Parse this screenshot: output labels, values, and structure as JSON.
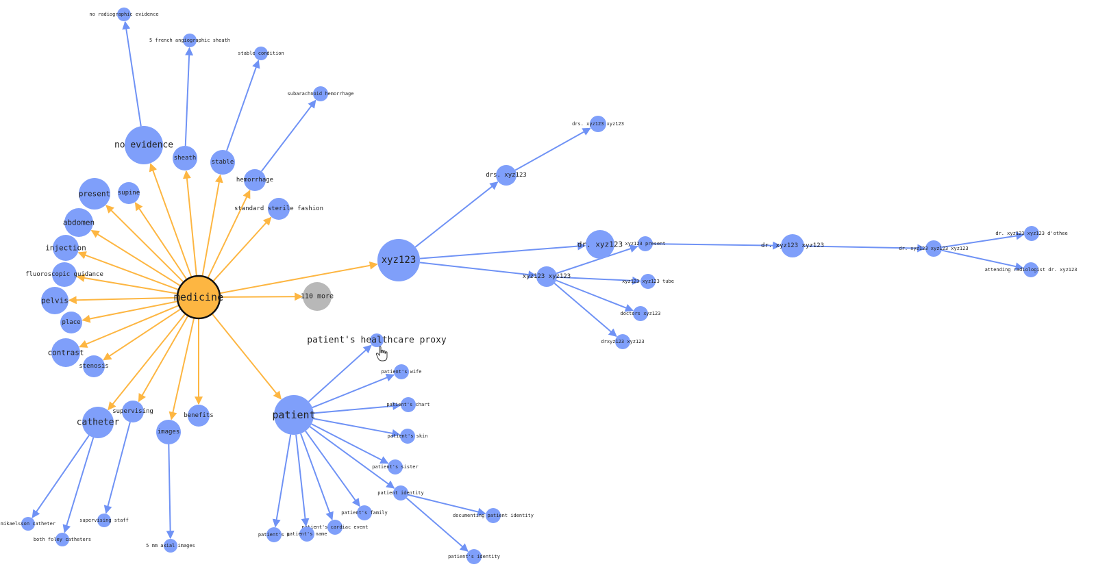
{
  "colors": {
    "root_node": "#fdb642",
    "root_edge": "#fdb642",
    "node": "#7f9ffa",
    "edge": "#6f92f5",
    "more_node": "#b8b8b8",
    "root_stroke": "#111111"
  },
  "nodes": [
    {
      "id": "medicine",
      "label": "medicine",
      "kind": "root"
    },
    {
      "id": "no_evidence",
      "label": "no evidence"
    },
    {
      "id": "sheath",
      "label": "sheath"
    },
    {
      "id": "stable",
      "label": "stable"
    },
    {
      "id": "hemorrhage",
      "label": "hemorrhage"
    },
    {
      "id": "standard",
      "label": "standard sterile fashion"
    },
    {
      "id": "present",
      "label": "present"
    },
    {
      "id": "supine",
      "label": "supine"
    },
    {
      "id": "abdomen",
      "label": "abdomen"
    },
    {
      "id": "injection",
      "label": "injection"
    },
    {
      "id": "fluoro",
      "label": "fluoroscopic guidance"
    },
    {
      "id": "pelvis",
      "label": "pelvis"
    },
    {
      "id": "place",
      "label": "place"
    },
    {
      "id": "contrast",
      "label": "contrast"
    },
    {
      "id": "stenosis",
      "label": "stenosis"
    },
    {
      "id": "catheter",
      "label": "catheter"
    },
    {
      "id": "supervising",
      "label": "supervising"
    },
    {
      "id": "images",
      "label": "images"
    },
    {
      "id": "benefits",
      "label": "benefits"
    },
    {
      "id": "patient",
      "label": "patient"
    },
    {
      "id": "xyz123",
      "label": "xyz123"
    },
    {
      "id": "more",
      "label": "110 more",
      "kind": "more"
    },
    {
      "id": "no_radio",
      "label": "no radiographic evidence"
    },
    {
      "id": "french",
      "label": "5 french angiographic sheath"
    },
    {
      "id": "stable_cond",
      "label": "stable condition"
    },
    {
      "id": "subarach",
      "label": "subarachnoid hemorrhage"
    },
    {
      "id": "mikaelsson",
      "label": "mikaelsson catheter"
    },
    {
      "id": "foley",
      "label": "both foley catheters"
    },
    {
      "id": "sup_staff",
      "label": "supervising staff"
    },
    {
      "id": "axial",
      "label": "5 mm axial images"
    },
    {
      "id": "proxy",
      "label": "patient's healthcare proxy"
    },
    {
      "id": "wife",
      "label": "patient's wife"
    },
    {
      "id": "chart",
      "label": "patient's chart"
    },
    {
      "id": "skin",
      "label": "patient's skin"
    },
    {
      "id": "sister",
      "label": "patient's sister"
    },
    {
      "id": "identity",
      "label": "patient identity"
    },
    {
      "id": "family",
      "label": "patient's family"
    },
    {
      "id": "cardiac",
      "label": "patient's cardiac event"
    },
    {
      "id": "pname",
      "label": "patient's name"
    },
    {
      "id": "pss",
      "label": "patient's s"
    },
    {
      "id": "documenting",
      "label": "documenting patient identity"
    },
    {
      "id": "pidentity",
      "label": "patient's identity"
    },
    {
      "id": "drs_xyz",
      "label": "drs. xyz123"
    },
    {
      "id": "drs_xyzxyz",
      "label": "drs. xyz123 xyz123"
    },
    {
      "id": "dr_xyz",
      "label": "dr. xyz123"
    },
    {
      "id": "xyz_present",
      "label": "xyz123 present"
    },
    {
      "id": "dr_xyzxyz",
      "label": "dr. xyz123 xyz123"
    },
    {
      "id": "dr_xyz3",
      "label": "dr. xyz123 xyz123 xyz123"
    },
    {
      "id": "dothee",
      "label": "dr. xyz123 xyz123 d'othee"
    },
    {
      "id": "attending",
      "label": "attending radiologist dr. xyz123"
    },
    {
      "id": "xyzxyz",
      "label": "xyz123 xyz123"
    },
    {
      "id": "tube",
      "label": "xyz123 xyz123 tube"
    },
    {
      "id": "doctors",
      "label": "doctors xyz123"
    },
    {
      "id": "drxyz",
      "label": "drxyz123 xyz123"
    }
  ],
  "edges": [
    [
      "medicine",
      "no_evidence"
    ],
    [
      "medicine",
      "sheath"
    ],
    [
      "medicine",
      "stable"
    ],
    [
      "medicine",
      "hemorrhage"
    ],
    [
      "medicine",
      "standard"
    ],
    [
      "medicine",
      "present"
    ],
    [
      "medicine",
      "supine"
    ],
    [
      "medicine",
      "abdomen"
    ],
    [
      "medicine",
      "injection"
    ],
    [
      "medicine",
      "fluoro"
    ],
    [
      "medicine",
      "pelvis"
    ],
    [
      "medicine",
      "place"
    ],
    [
      "medicine",
      "contrast"
    ],
    [
      "medicine",
      "stenosis"
    ],
    [
      "medicine",
      "catheter"
    ],
    [
      "medicine",
      "supervising"
    ],
    [
      "medicine",
      "images"
    ],
    [
      "medicine",
      "benefits"
    ],
    [
      "medicine",
      "patient"
    ],
    [
      "medicine",
      "xyz123"
    ],
    [
      "medicine",
      "more"
    ],
    [
      "no_evidence",
      "no_radio"
    ],
    [
      "sheath",
      "french"
    ],
    [
      "stable",
      "stable_cond"
    ],
    [
      "hemorrhage",
      "subarach"
    ],
    [
      "catheter",
      "mikaelsson"
    ],
    [
      "catheter",
      "foley"
    ],
    [
      "supervising",
      "sup_staff"
    ],
    [
      "images",
      "axial"
    ],
    [
      "patient",
      "proxy"
    ],
    [
      "patient",
      "wife"
    ],
    [
      "patient",
      "chart"
    ],
    [
      "patient",
      "skin"
    ],
    [
      "patient",
      "sister"
    ],
    [
      "patient",
      "identity"
    ],
    [
      "patient",
      "family"
    ],
    [
      "patient",
      "cardiac"
    ],
    [
      "patient",
      "pname"
    ],
    [
      "patient",
      "pss"
    ],
    [
      "identity",
      "documenting"
    ],
    [
      "identity",
      "pidentity"
    ],
    [
      "xyz123",
      "drs_xyz"
    ],
    [
      "drs_xyz",
      "drs_xyzxyz"
    ],
    [
      "xyz123",
      "dr_xyz"
    ],
    [
      "xyz123",
      "xyzxyz"
    ],
    [
      "xyzxyz",
      "xyz_present"
    ],
    [
      "xyz_present",
      "dr_xyzxyz"
    ],
    [
      "dr_xyzxyz",
      "dr_xyz3"
    ],
    [
      "dr_xyz3",
      "dothee"
    ],
    [
      "dr_xyz3",
      "attending"
    ],
    [
      "xyzxyz",
      "tube"
    ],
    [
      "xyzxyz",
      "doctors"
    ],
    [
      "xyzxyz",
      "drxyz"
    ]
  ]
}
